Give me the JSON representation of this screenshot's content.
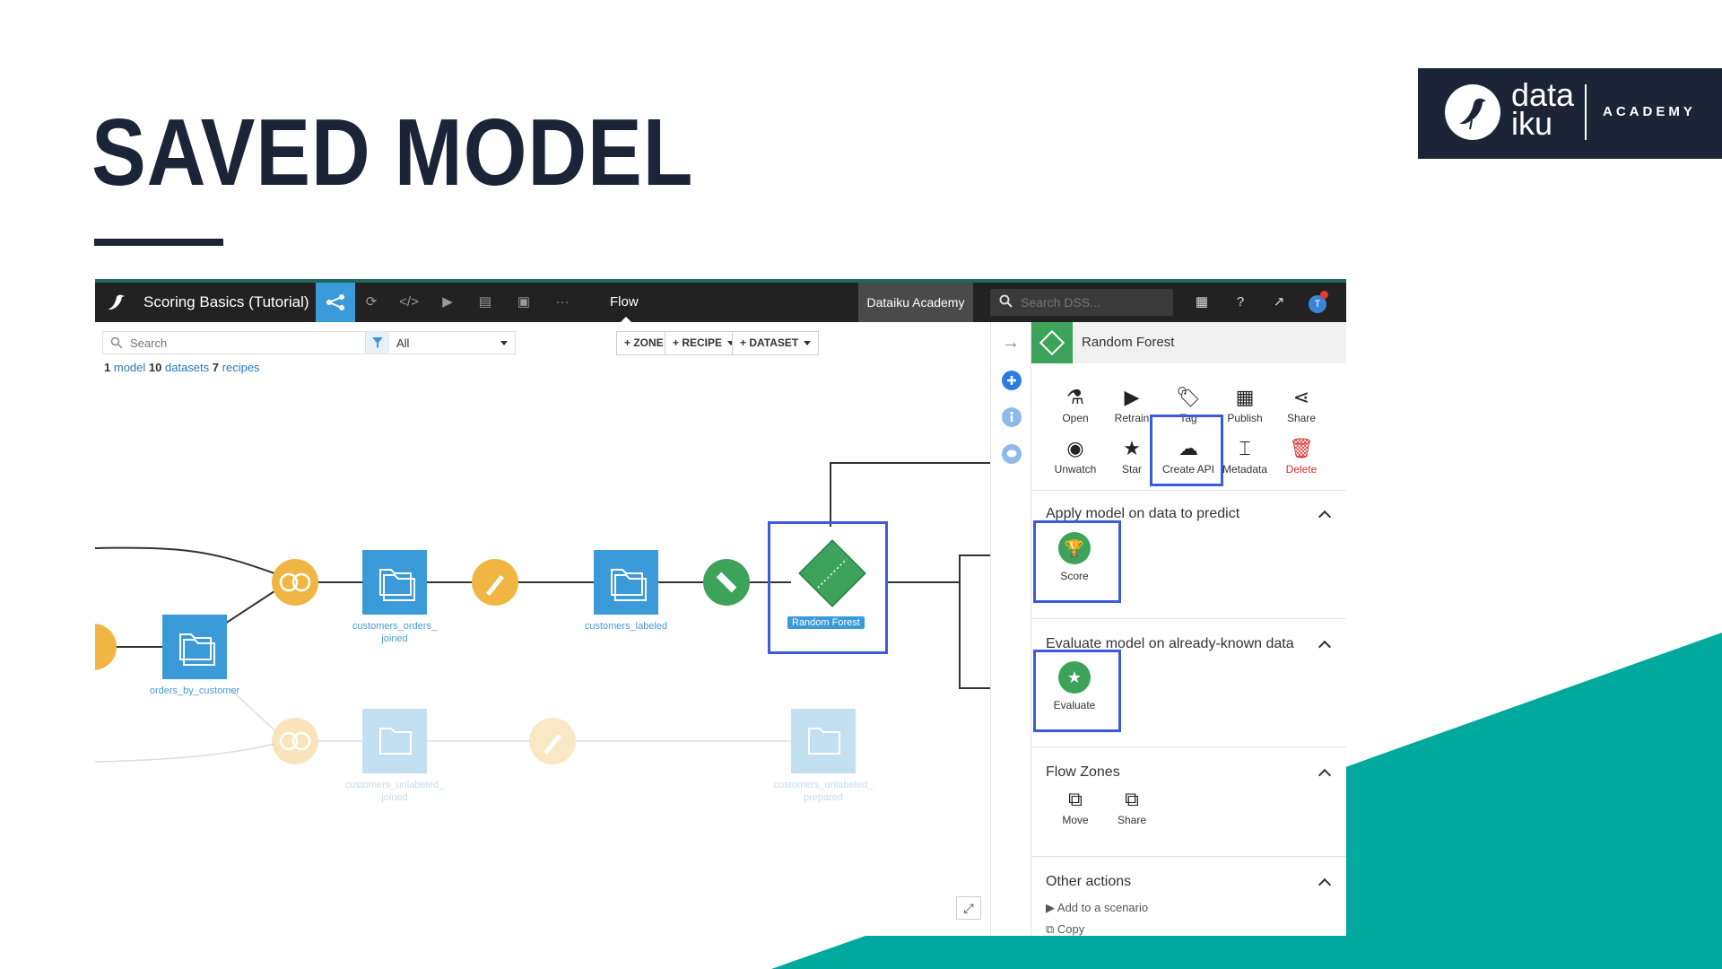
{
  "slide": {
    "title": "SAVED MODEL",
    "brand": {
      "word_line1": "data",
      "word_line2": "iku",
      "academy": "ACADEMY"
    }
  },
  "colors": {
    "navy": "#1c2538",
    "teal": "#00a99d",
    "flow_blue": "#3b9ad8",
    "recipe_yellow": "#f0b543",
    "model_green": "#3da35a",
    "highlight": "#3b5bdb"
  },
  "app": {
    "project_name": "Scoring Basics (Tutorial)",
    "nav_icons": [
      "flow-icon",
      "code-loop-icon",
      "code-icon",
      "play-icon",
      "stack-icon",
      "dashboard-icon",
      "more-icon"
    ],
    "current_view": "Flow",
    "instance_label": "Dataiku Academy",
    "search_placeholder": "Search DSS...",
    "avatar_initial": "T"
  },
  "flow": {
    "search_placeholder": "Search",
    "filter_value": "All",
    "counts": {
      "models_n": "1",
      "models_label": "model",
      "datasets_n": "10",
      "datasets_label": "datasets",
      "recipes_n": "7",
      "recipes_label": "recipes"
    },
    "buttons": {
      "zone": "+ ZONE",
      "recipe": "+ RECIPE",
      "dataset": "+ DATASET"
    },
    "nodes": {
      "customers_orders_joined": "customers_orders_\njoined",
      "customers_labeled": "customers_labeled",
      "orders_by_customer": "orders_by_customer",
      "random_forest": "Random Forest",
      "customers_unlabeled_joined": "customers_unlabeled_\njoined",
      "customers_unlabeled_prepared": "customers_unlabeled_\nprepared"
    }
  },
  "panel": {
    "title": "Random Forest",
    "actions_row1": [
      {
        "label": "Open",
        "icon": "flask-icon",
        "glyph": "⚗"
      },
      {
        "label": "Retrain",
        "icon": "play-icon",
        "glyph": "▶"
      },
      {
        "label": "Tag",
        "icon": "tag-icon",
        "glyph": "🏷"
      },
      {
        "label": "Publish",
        "icon": "publish-icon",
        "glyph": "▦"
      },
      {
        "label": "Share",
        "icon": "share-icon",
        "glyph": "⋖"
      }
    ],
    "actions_row2": [
      {
        "label": "Unwatch",
        "icon": "eye-slash-icon",
        "glyph": "◉"
      },
      {
        "label": "Star",
        "icon": "star-icon",
        "glyph": "★"
      },
      {
        "label": "Create API",
        "icon": "cloud-icon",
        "glyph": "☁"
      },
      {
        "label": "Metadata",
        "icon": "metadata-icon",
        "glyph": "⌶"
      },
      {
        "label": "Delete",
        "icon": "trash-icon",
        "glyph": "🗑"
      }
    ],
    "section_apply": "Apply model on data to predict",
    "score_label": "Score",
    "section_evaluate": "Evaluate model on already-known data",
    "evaluate_label": "Evaluate",
    "section_zones": "Flow Zones",
    "zone_move": "Move",
    "zone_share": "Share",
    "section_other": "Other actions",
    "other_add_scenario": "Add to a scenario",
    "other_copy": "Copy"
  }
}
